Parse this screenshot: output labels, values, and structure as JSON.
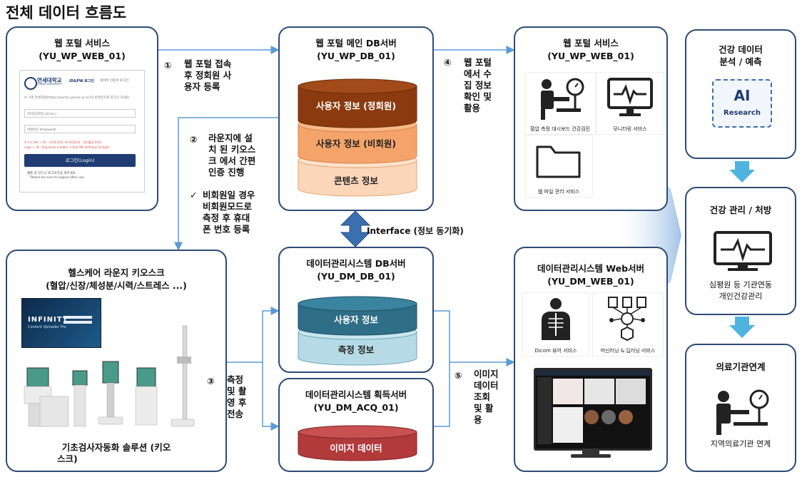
{
  "page_title": "전체 데이터 흐름도",
  "web_portal_left": {
    "title": "웹 포털 서비스",
    "code": "(YU_WP_WEB_01)",
    "login": {
      "univ_name": "연세대학교",
      "univ_sub": "YONSEI UNIVERSITY",
      "tab1": "ID&PW 로그인",
      "tab2": "네이버 인증서 로그인",
      "notice": "※ 기존 연세포털(https://portal.yonsei.ac.kr)의 비밀번호로 로그인 하세요.",
      "id_placeholder": "아이디(학번) (ID No.)",
      "pw_placeholder": "비밀번호 (Password)",
      "hint1": "로그인 정보 ＞ ID : 교직원 번호, 초기비밀번호 : 생년월일 6자리",
      "hint2": "Login > ID : Employee number, Initial PW: Birthday (6 digit)",
      "login_button": "로그인(Login)",
      "logout_note": "웹툰 후 반드시 로그아웃을 해주세요.",
      "logout_note_en": "Please be sure to logout after use."
    }
  },
  "step1": {
    "num": "①",
    "lines": [
      "웹 포털 접속",
      "후 정회원 사",
      "용자 등록"
    ]
  },
  "step2": {
    "num": "②",
    "lines": [
      "라운지에 설",
      "치 된 키오스",
      "크 에서 간편",
      "인증 진행"
    ]
  },
  "step_check": {
    "mark": "✓",
    "lines": [
      "비회원일 경우",
      "비회원모드로",
      "측정 후 휴대",
      "폰 번호 등록"
    ]
  },
  "step3": {
    "num": "③",
    "lines": [
      "측정",
      "및 촬",
      "영 후",
      "전송"
    ]
  },
  "step4": {
    "num": "④",
    "lines": [
      "웹 포털",
      "에서 수",
      "집 정보",
      "확인 및",
      "활용"
    ]
  },
  "step5": {
    "num": "⑤",
    "lines": [
      "이미지",
      "데이터",
      "조회",
      "및 활",
      "용"
    ]
  },
  "db_main": {
    "title": "웹 포털 메인 DB서버",
    "code": "(YU_WP_DB_01)",
    "layers": [
      "사용자 정보 (정회원)",
      "사용자 정보 (비회원)",
      "콘텐츠 정보"
    ]
  },
  "interface_label": "Interface (정보 동기화)",
  "dm_db": {
    "title": "데이터관리시스템 DB서버",
    "code": "(YU_DM_DB_01)",
    "layers": [
      "사용자 정보",
      "측정 정보"
    ]
  },
  "dm_acq": {
    "title": "데이터관리시스템 획득서버",
    "code": "(YU_DM_ACQ_01)",
    "layers": [
      "이미지 데이터"
    ]
  },
  "kiosk": {
    "title": "헬스케어 라운지 키오스크",
    "subtitle": "(혈압/신장/체성분/시력/스트레스 ...)",
    "screen_brand": "INFINITT",
    "screen_sub": "Content Uploader Pro",
    "caption_lines": [
      "기초검사자동화 솔루션 (키오",
      "스크)"
    ]
  },
  "web_portal_right": {
    "title": "웹 포털 서비스",
    "code": "(YU_WP_WEB_01)",
    "cards": [
      "혈압 측정 대시보드 건강검진",
      "모니터링 서비스",
      "웹 파일 관리 서비스"
    ]
  },
  "dm_web": {
    "title": "데이터관리시스템 Web서버",
    "code": "(YU_DM_WEB_01)",
    "cards": [
      "Dicom 뷰어 서비스",
      "머신러닝 & 딥러닝 서비스"
    ]
  },
  "health_analysis": {
    "title_lines": [
      "건강 데이터",
      "분석 / 예측"
    ],
    "chip_top": "AI",
    "chip_bottom": "Research"
  },
  "health_mgmt": {
    "title": "건강 관리 / 처방",
    "desc_lines": [
      "심평원 등 기관연동",
      "개인건강관리"
    ]
  },
  "medical_link": {
    "title": "의료기관연계",
    "desc": "지역의료기관 연계"
  },
  "colors": {
    "box_border": "#2f4a76",
    "arrow": "#5b9bd5",
    "layer_dark_brown": "#8b3a0f",
    "layer_orange": "#f4a46a",
    "layer_peach": "#fbd6b8",
    "layer_teal": "#2e6e86",
    "layer_light_blue": "#b7dbe6",
    "layer_red": "#b23a3a",
    "down_arrow": "#4fb3e0"
  }
}
